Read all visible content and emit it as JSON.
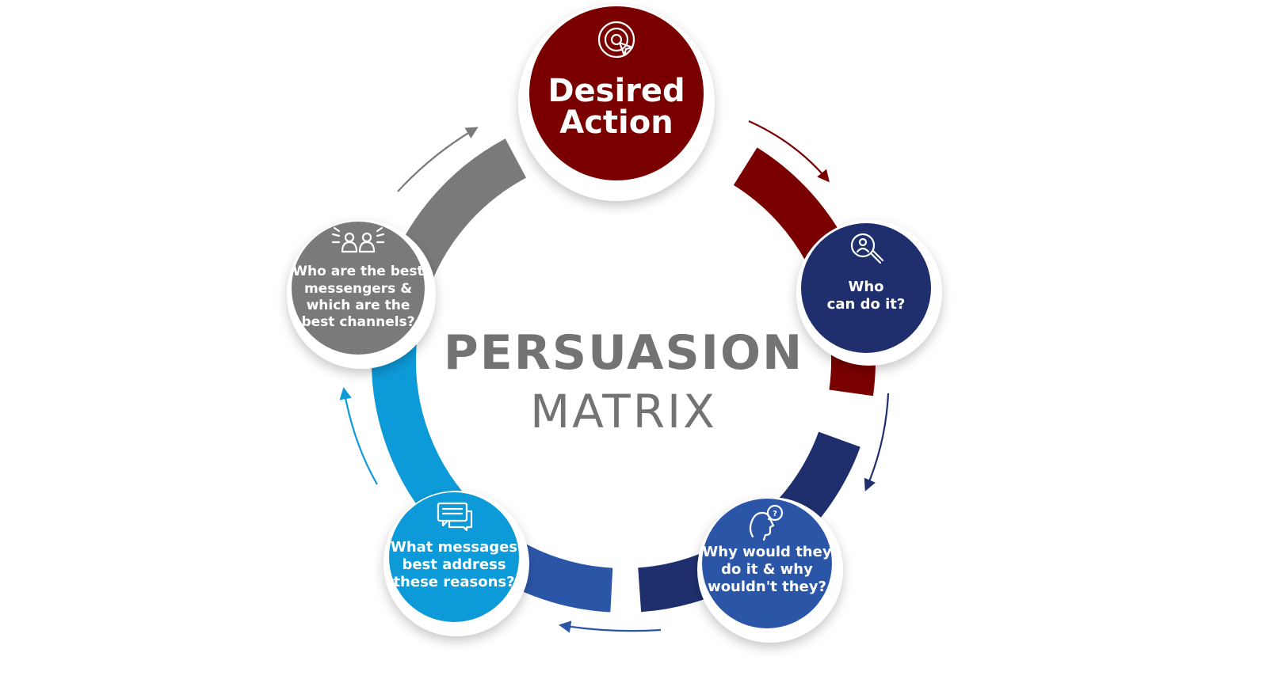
{
  "title": {
    "main": "PERSUASION",
    "sub": "MATRIX",
    "color": "#737373"
  },
  "nodes": [
    {
      "id": "desired-action",
      "lines": [
        "Desired",
        "Action"
      ],
      "icon": "target-cursor-icon",
      "color": "#7a0000"
    },
    {
      "id": "who",
      "lines": [
        "Who",
        "can do it?"
      ],
      "icon": "magnifier-person-icon",
      "color": "#1f2f6e"
    },
    {
      "id": "why",
      "lines": [
        "Why would they",
        "do it & why",
        "wouldn't they?"
      ],
      "icon": "head-question-icon",
      "color": "#2b56a8"
    },
    {
      "id": "messages",
      "lines": [
        "What messages",
        "best address",
        "these reasons?"
      ],
      "icon": "chat-bubbles-icon",
      "color": "#0d9ad9"
    },
    {
      "id": "messengers",
      "lines": [
        "Who are the best",
        "messengers &",
        "which are the",
        "best channels?"
      ],
      "icon": "people-broadcast-icon",
      "color": "#7a7a7a"
    }
  ],
  "arc_colors": [
    "#7a0000",
    "#1f2f6e",
    "#2b56a8",
    "#0d9ad9",
    "#7a7a7a"
  ]
}
